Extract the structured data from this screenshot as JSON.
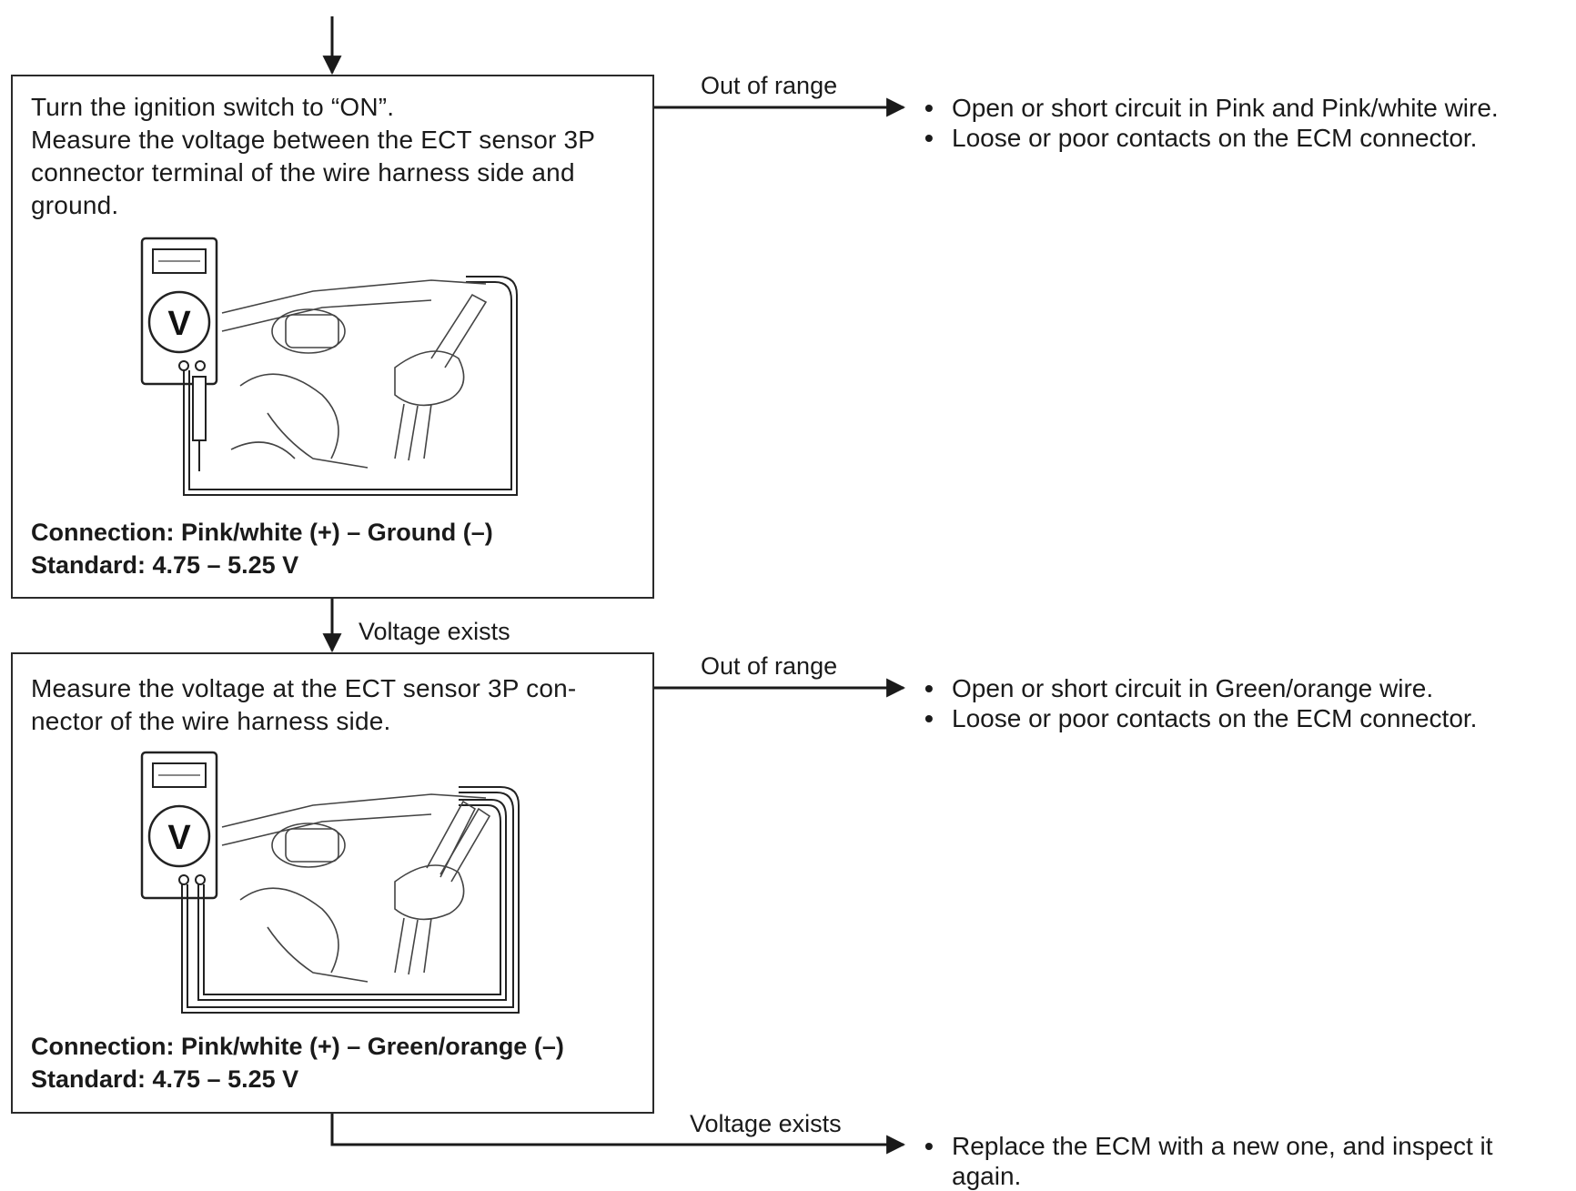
{
  "step1": {
    "instruction": [
      "Turn the ignition switch to “ON”.",
      "Measure the voltage between the ECT sensor 3P",
      "connector terminal of the wire harness side and",
      "ground."
    ],
    "meter_label": "V",
    "connection": "Connection: Pink/white (+) – Ground (–)",
    "standard": "Standard: 4.75 – 5.25 V",
    "branch_label": "Out of range",
    "branch_results": [
      "Open or short circuit in Pink and Pink/white wire.",
      "Loose or poor contacts on the ECM connector."
    ]
  },
  "link_label": "Voltage exists",
  "step2": {
    "instruction": [
      "Measure the voltage at the ECT sensor 3P con-",
      "nector of the wire harness side."
    ],
    "meter_label": "V",
    "connection": "Connection: Pink/white (+) – Green/orange (–)",
    "standard": "Standard: 4.75 – 5.25 V",
    "branch_label": "Out of range",
    "branch_results": [
      "Open or short circuit in Green/orange wire.",
      "Loose or poor contacts on the ECM connector."
    ]
  },
  "final": {
    "label": "Voltage exists",
    "results": [
      "Replace the ECM with a new one, and inspect it",
      "again."
    ]
  },
  "bullet_char": "•"
}
